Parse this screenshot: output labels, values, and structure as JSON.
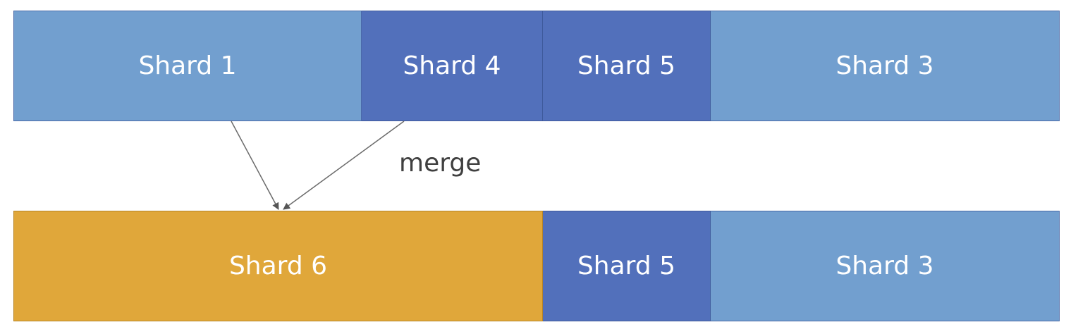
{
  "diagram": {
    "top_row": [
      {
        "label": "Shard 1"
      },
      {
        "label": "Shard 4"
      },
      {
        "label": "Shard 5"
      },
      {
        "label": "Shard 3"
      }
    ],
    "bottom_row": [
      {
        "label": "Shard 6"
      },
      {
        "label": "Shard 5"
      },
      {
        "label": "Shard 3"
      }
    ],
    "merge_label": "merge"
  },
  "colors": {
    "shard_light": "#729fcf",
    "shard_dark": "#5270bb",
    "shard_merged": "#e0a73a",
    "arrow": "#6b6b6b",
    "text_dark": "#404040"
  }
}
